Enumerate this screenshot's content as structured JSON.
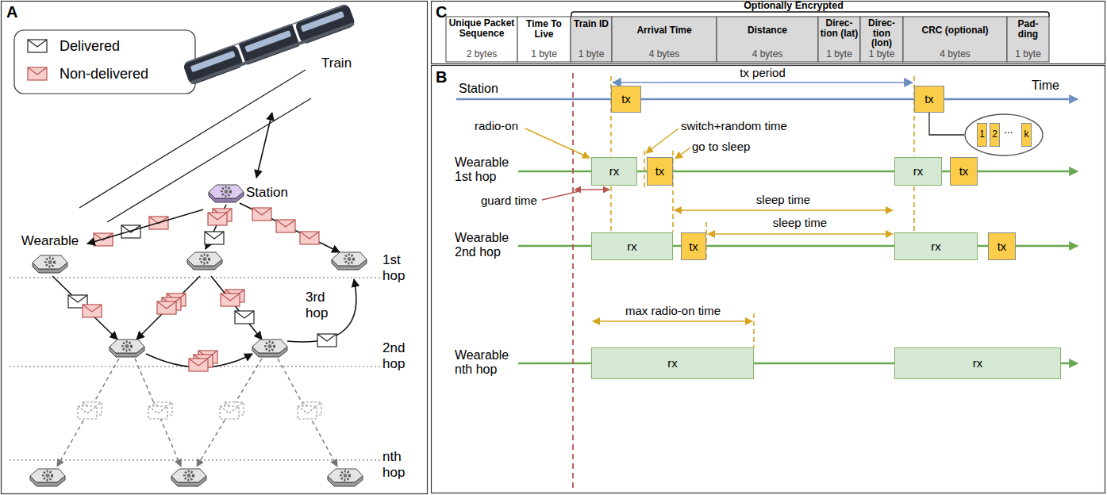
{
  "diagram": {
    "nodes": [
      {
        "text": [
          "Train"
        ]
      },
      {
        "text": [
          "Station"
        ]
      },
      {
        "text": [
          "Wearable"
        ]
      },
      {
        "text": [
          "tx"
        ]
      },
      {
        "text": [
          "tx"
        ]
      },
      {
        "text": [
          "..."
        ]
      },
      {
        "text": [
          "1"
        ],
        "in": 5
      },
      {
        "text": [
          "2"
        ],
        "in": 5
      },
      {
        "text": [
          "k"
        ],
        "in": 5
      },
      {
        "text": [
          "rx"
        ]
      },
      {
        "text": [
          "tx"
        ]
      },
      {
        "text": [
          "rx"
        ]
      },
      {
        "text": [
          "tx"
        ]
      },
      {
        "text": [
          "rx"
        ]
      },
      {
        "text": [
          "tx"
        ]
      },
      {
        "text": [
          "rx"
        ]
      },
      {
        "text": [
          "tx"
        ]
      },
      {
        "text": [
          "rx"
        ]
      },
      {
        "text": [
          "rx"
        ]
      }
    ],
    "edges": [
      {
        "from": 0,
        "to": 1,
        "arrow": "both"
      },
      {
        "from": 1,
        "to": 2,
        "arrow": "to"
      }
    ],
    "labels": [
      "A",
      "1st hop",
      "2nd hop",
      "3rd hop",
      "nth hop",
      "C",
      "Optionally Encrypted",
      "Unique Packet Sequence",
      "2 bytes",
      "Time To Live",
      "1 byte",
      "Train ID",
      "1 byte",
      "Arrival Time",
      "4 bytes",
      "Distance",
      "4 bytes",
      "Direc- tion (lat)",
      "1 byte",
      "Direc- tion (lon)",
      "1 byte",
      "CRC (optional)",
      "4 bytes",
      "Pad- ding",
      "1 byte",
      "B",
      "tx period",
      "Station",
      "Time",
      "switch+random time",
      "radio-on",
      "go to sleep",
      "guard time",
      "sleep time",
      "sleep time",
      "max radio-on time",
      "Wearable 1st hop",
      "Wearable 2nd hop",
      "Wearable nth hop"
    ],
    "legend": [
      {
        "text": "Delivered"
      },
      {
        "text": "Non-delivered"
      }
    ]
  }
}
